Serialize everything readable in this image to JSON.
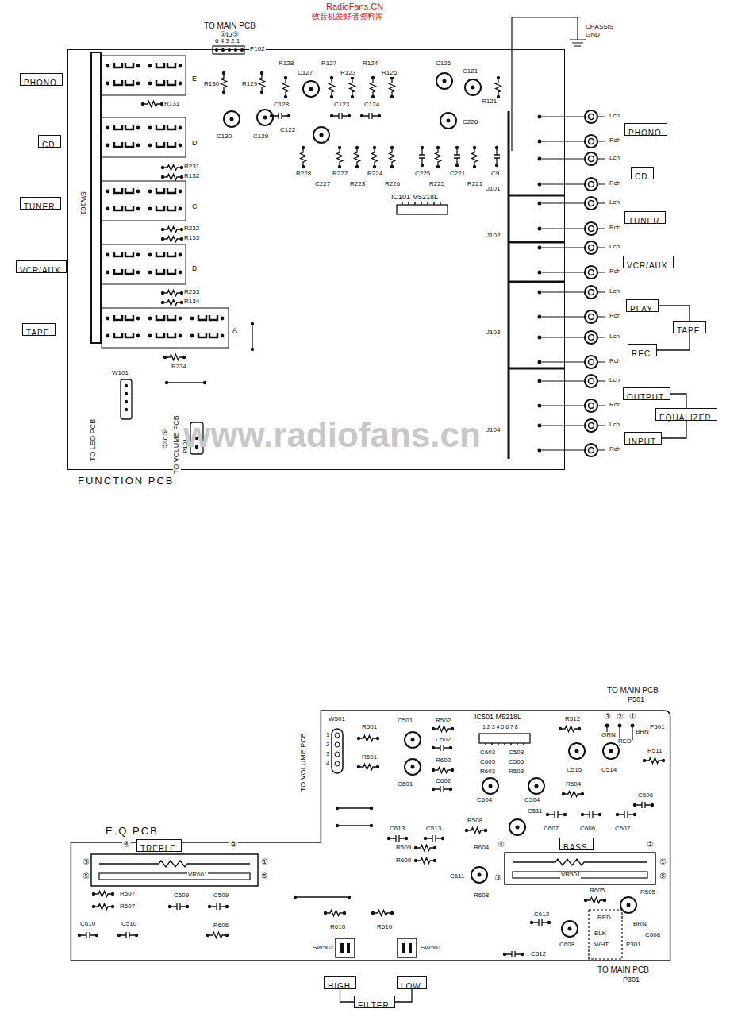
{
  "diagram": {
    "nodes": [
      {
        "text": [
          "FUNCTION PCB"
        ]
      },
      {
        "text": [
          "PHONO"
        ]
      },
      {
        "text": [
          "CD"
        ]
      },
      {
        "text": [
          "TUNER"
        ]
      },
      {
        "text": [
          "VCR/AUX"
        ]
      },
      {
        "text": [
          "TAPE"
        ]
      },
      {
        "text": [
          "PHONO"
        ]
      },
      {
        "text": [
          "CD"
        ]
      },
      {
        "text": [
          "TUNER"
        ]
      },
      {
        "text": [
          "VCR/AUX"
        ]
      },
      {
        "text": [
          "PLAY"
        ]
      },
      {
        "text": [
          "TAPE"
        ]
      },
      {
        "text": [
          "REC"
        ]
      },
      {
        "text": [
          "OUTPUT"
        ]
      },
      {
        "text": [
          "EQUALIZER"
        ]
      },
      {
        "text": [
          "INPUT"
        ]
      },
      {
        "text": [
          "E.Q PCB"
        ]
      },
      {
        "text": [
          "TREBLE"
        ],
        "in": 16
      },
      {
        "text": [
          "BASS"
        ],
        "in": 16
      },
      {
        "text": [
          "HIGH"
        ]
      },
      {
        "text": [
          "LOW"
        ]
      },
      {
        "text": [
          "FILTER"
        ]
      }
    ],
    "edges": [
      {
        "from": 10,
        "to": 11,
        "arrow": "none"
      },
      {
        "from": 12,
        "to": 11,
        "arrow": "none"
      },
      {
        "from": 13,
        "to": 14,
        "arrow": "none"
      },
      {
        "from": 15,
        "to": 14,
        "arrow": "none"
      },
      {
        "from": 19,
        "to": 21,
        "arrow": "none"
      },
      {
        "from": 20,
        "to": 21,
        "arrow": "none"
      }
    ],
    "labels": [
      "RadioFans.CN",
      "收音机爱好者资料库",
      "TO MAIN PCB",
      "①to⑤",
      "6 4 3 2 1",
      "P102",
      "CHASSIS",
      "GND",
      "E",
      "R131",
      "D",
      "R231",
      "R132",
      "C",
      "R232",
      "R133",
      "B",
      "R233",
      "R134",
      "A",
      "SW101",
      "R234",
      "TO LED PCB",
      "W101",
      "TO VOLUME PCB",
      "①to⑤",
      "P101",
      "R130",
      "C130",
      "R129",
      "C129",
      "R128",
      "C127",
      "R127",
      "R123",
      "R124",
      "R126",
      "C126",
      "C121",
      "R121",
      "C128",
      "C123",
      "C124",
      "C122",
      "R228",
      "C227",
      "R227",
      "R223",
      "R224",
      "R226",
      "IC101 M5218L",
      "C225",
      "R225",
      "C221",
      "R221",
      "C9",
      "C226",
      "J101",
      "J102",
      "J103",
      "J104",
      "Lch",
      "Rch",
      "Lch",
      "Rch",
      "Lch",
      "Rch",
      "Lch",
      "Rch",
      "Lch",
      "Rch",
      "Lch",
      "Rch",
      "Lch",
      "Rch",
      "Lch",
      "Rch",
      "www.radiofans.cn",
      "TO MAIN PCB",
      "P501",
      "③",
      "②",
      "①",
      "P501",
      "IC501 M5218L",
      "1 2 3 4 5 6 7 8",
      "TO VOLUME PCB",
      "W501",
      "1",
      "2",
      "3",
      "4",
      "R501",
      "C501",
      "R502",
      "C502",
      "R601",
      "C601",
      "R602",
      "C602",
      "C603",
      "C605",
      "C503",
      "C506",
      "R603",
      "R503",
      "C604",
      "C504",
      "R512",
      "GRN",
      "RED",
      "BRN",
      "R511",
      "C515",
      "C514",
      "R504",
      "C506",
      "C613",
      "C513",
      "R508",
      "R509",
      "R609",
      "C511",
      "R604",
      "C611",
      "R608",
      "C607",
      "C606",
      "C507",
      "②",
      "①",
      "⑤",
      "④",
      "③",
      "VR501",
      "R605",
      "R505",
      "C612",
      "C608",
      "C608",
      "C512",
      "RED",
      "BRN",
      "BLK",
      "WHT",
      "P301",
      "TO MAIN PCB",
      "P301",
      "④",
      "②",
      "③",
      "⑤",
      "①",
      "⑤",
      "VR601",
      "R507",
      "R607",
      "C609",
      "C509",
      "C610",
      "C510",
      "R606",
      "R610",
      "R510",
      "SW502",
      "SW501"
    ]
  }
}
